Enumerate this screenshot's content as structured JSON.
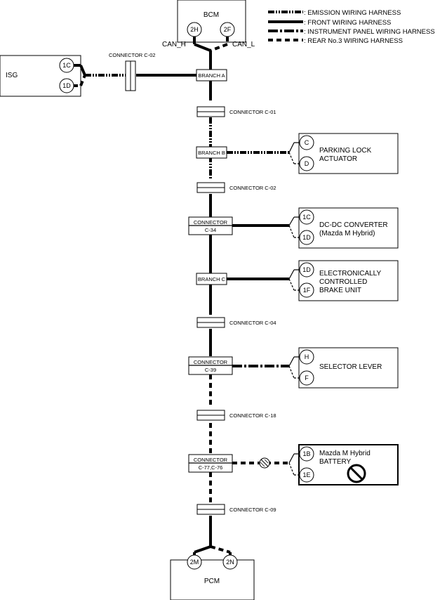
{
  "legend": [
    {
      "style": "emission",
      "label": ": EMISSION WIRING HARNESS"
    },
    {
      "style": "front",
      "label": ": FRONT WIRING HARNESS"
    },
    {
      "style": "instrument",
      "label": ": INSTRUMENT PANEL WIRING HARNESS"
    },
    {
      "style": "rear",
      "label": ": REAR No.3 WIRING HARNESS"
    }
  ],
  "bcm": {
    "label": "BCM",
    "pin_left": "2H",
    "pin_right": "2F",
    "can_h": "CAN_H",
    "can_l": "CAN_L"
  },
  "isg": {
    "label": "ISG",
    "pin_top": "1C",
    "pin_bottom": "1D",
    "connector_label": "CONNECTOR C-02"
  },
  "pcm": {
    "label": "PCM",
    "pin_left": "2M",
    "pin_right": "2N"
  },
  "bus": {
    "branch_a": "BRANCH A",
    "conn_c01": "CONNECTOR C-01",
    "branch_b": "BRANCH B",
    "conn_c02": "CONNECTOR C-02",
    "c34_line1": "CONNECTOR",
    "c34_line2": "C-34",
    "branch_c": "BRANCH C",
    "conn_c04": "CONNECTOR C-04",
    "c39_line1": "CONNECTOR",
    "c39_line2": "C-39",
    "conn_c18": "CONNECTOR C-18",
    "c77_line1": "CONNECTOR",
    "c77_line2": "C-77,C-76",
    "conn_c09": "CONNECTOR C-09"
  },
  "parking": {
    "line1": "PARKING LOCK",
    "line2": "ACTUATOR",
    "pin_top": "C",
    "pin_bottom": "D"
  },
  "dcdc": {
    "line1": "DC-DC CONVERTER",
    "line2": "(Mazda M Hybrid)",
    "pin_top": "1C",
    "pin_bottom": "1D"
  },
  "brake": {
    "line1": "ELECTRONICALLY",
    "line2": "CONTROLLED",
    "line3": "BRAKE UNIT",
    "pin_top": "1D",
    "pin_bottom": "1F"
  },
  "selector": {
    "label": "SELECTOR LEVER",
    "pin_top": "H",
    "pin_bottom": "F"
  },
  "battery": {
    "line1": "Mazda M Hybrid",
    "line2": "BATTERY",
    "pin_top": "1B",
    "pin_bottom": "1E"
  },
  "colors": {
    "line": "#000000",
    "background": "#ffffff"
  }
}
